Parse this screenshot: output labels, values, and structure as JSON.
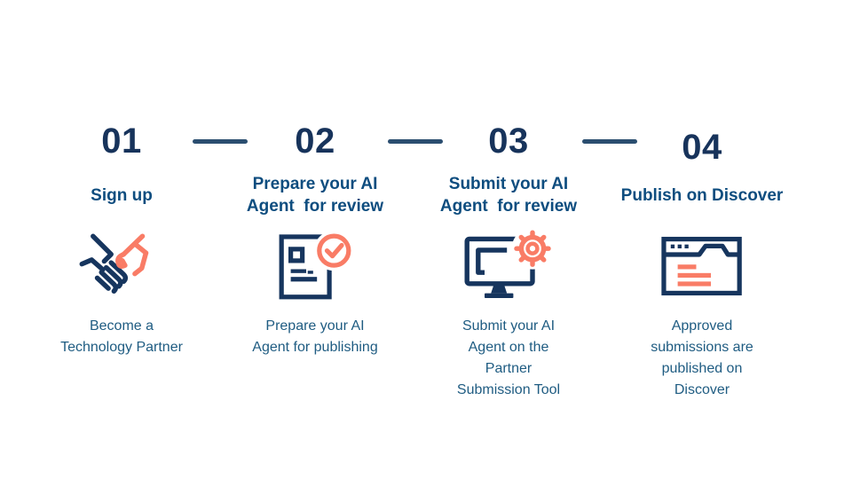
{
  "slide": {
    "type": "process-steps-infographic",
    "background_color": "#ffffff"
  },
  "colors": {
    "number_navy": "#17335b",
    "title_blue": "#0e4d7f",
    "body_blue": "#1f5c82",
    "icon_navy": "#16355e",
    "icon_coral": "#f97c66",
    "connector_line": "#2b4e70"
  },
  "steps": [
    {
      "number": "01",
      "title": "Sign up",
      "icon": "handshake-icon",
      "description": "Become a\nTechnology Partner"
    },
    {
      "number": "02",
      "title": "Prepare your AI\nAgent  for review",
      "icon": "document-check-icon",
      "description": "Prepare your AI\nAgent for publishing"
    },
    {
      "number": "03",
      "title": "Submit your AI\nAgent  for review",
      "icon": "monitor-gear-icon",
      "description": "Submit your AI\nAgent on the\nPartner\nSubmission Tool"
    },
    {
      "number": "04",
      "title": "Publish on Discover",
      "icon": "browser-window-icon",
      "description": "Approved\nsubmissions are\npublished on\nDiscover"
    }
  ]
}
